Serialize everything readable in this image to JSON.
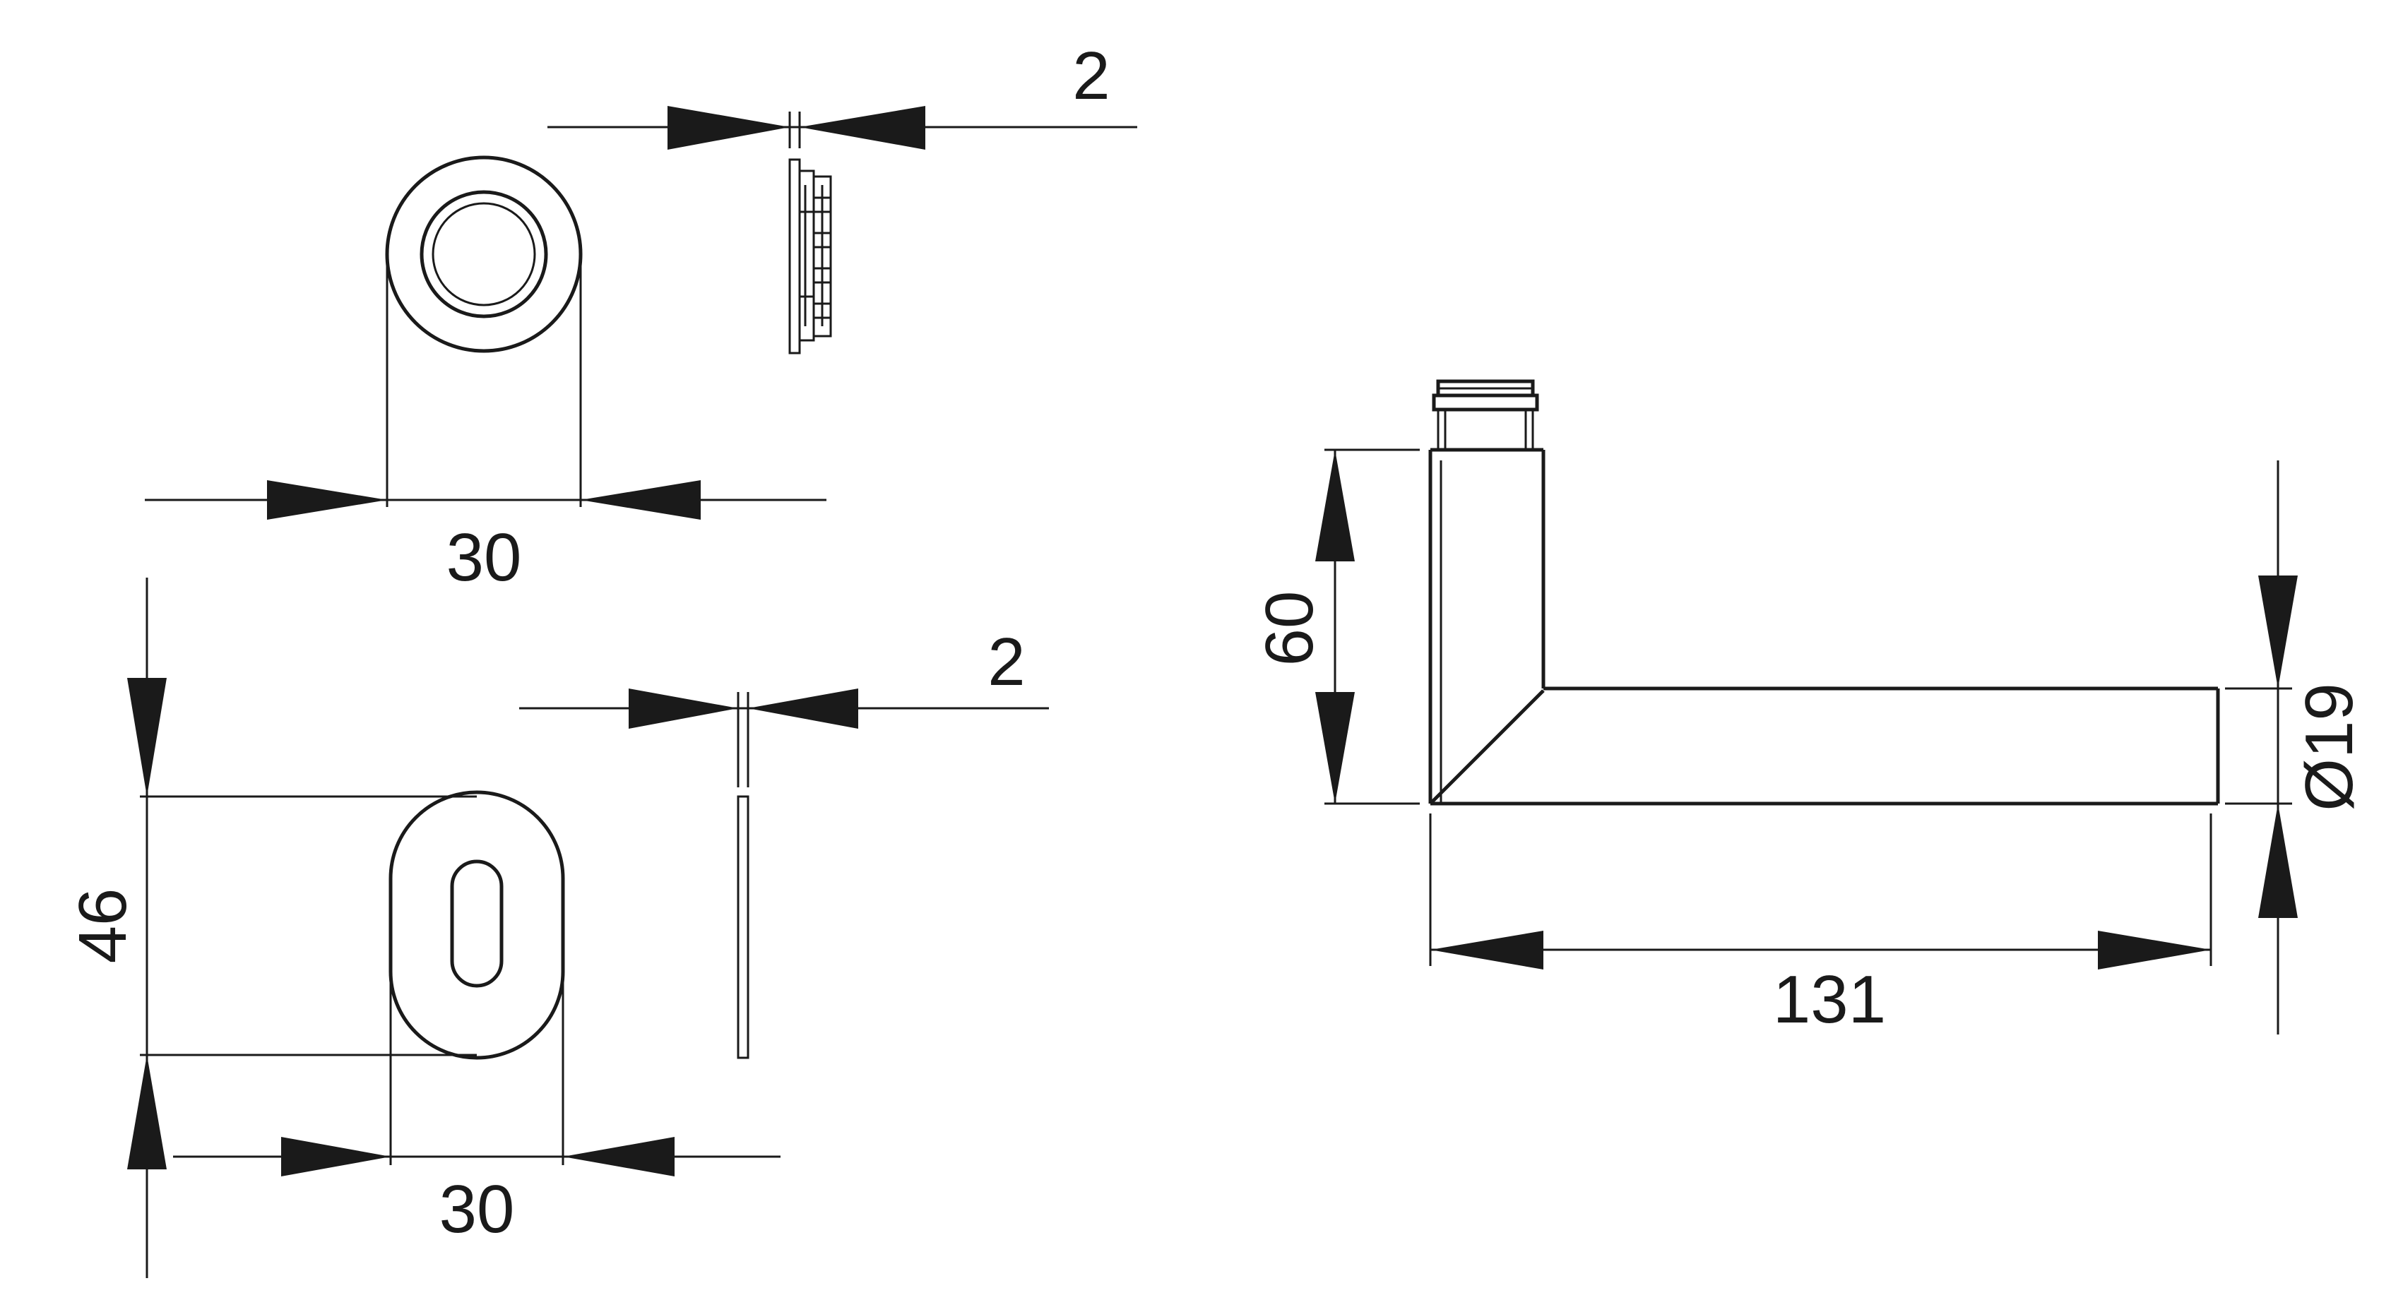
{
  "drawing": {
    "dimensions": {
      "rose_plate_thickness": "2",
      "rose_width": "30",
      "escutcheon_height": "46",
      "escutcheon_thickness": "2",
      "escutcheon_width": "30",
      "handle_height": "60",
      "handle_diameter": "Ø19",
      "handle_length": "131"
    },
    "line_color": "#1a1a1a",
    "background_color": "#ffffff"
  }
}
